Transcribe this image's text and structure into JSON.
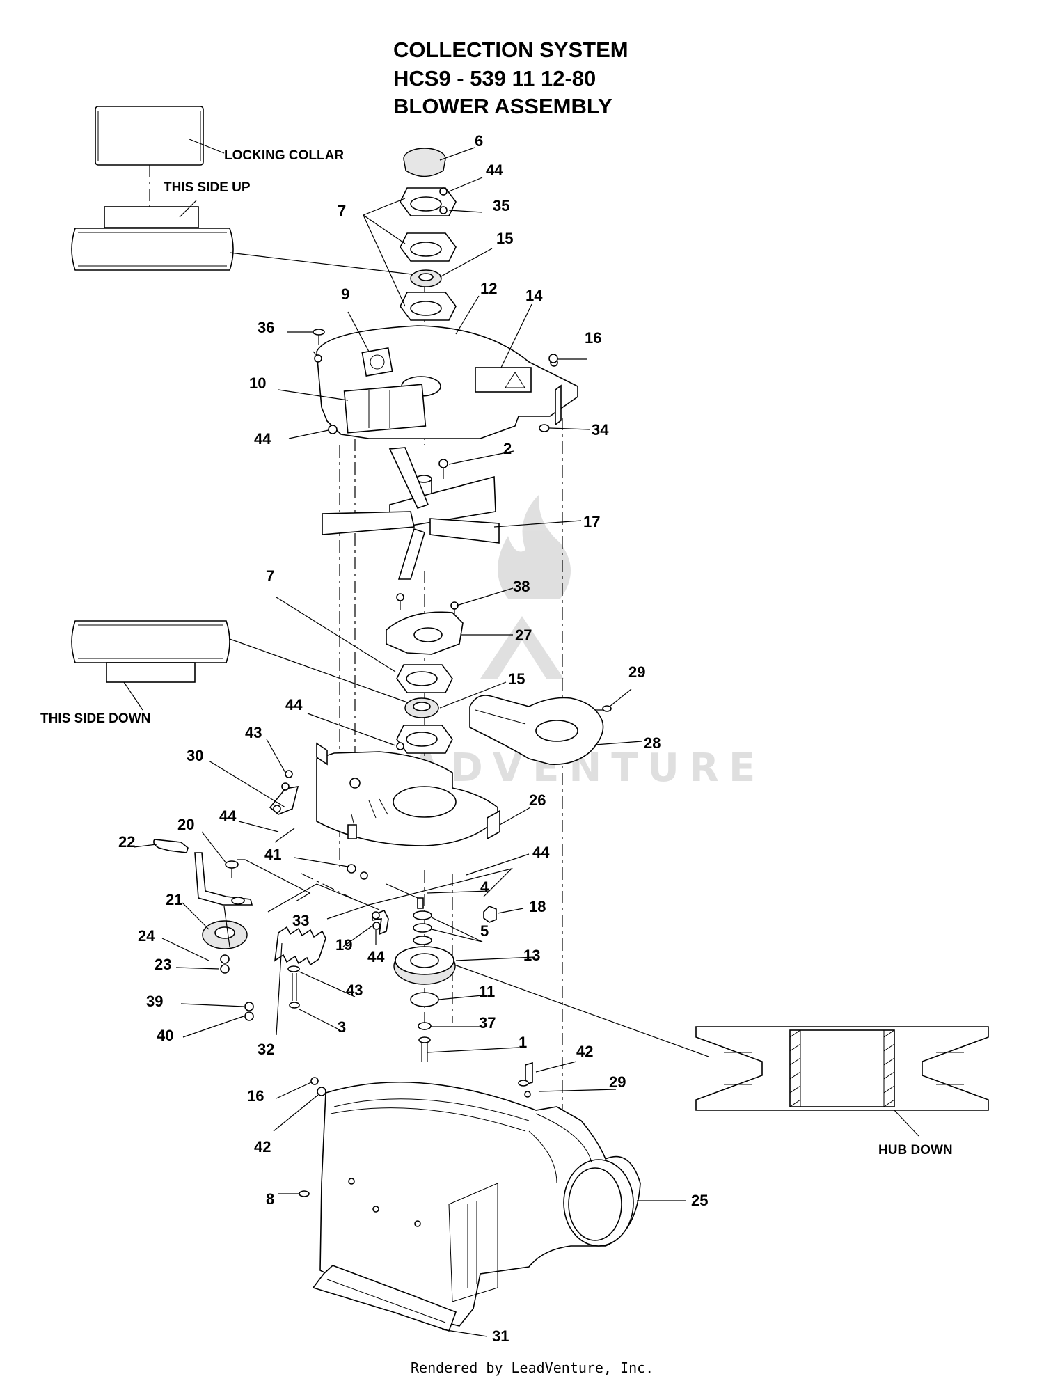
{
  "title": {
    "line1": "COLLECTION SYSTEM",
    "line2": "HCS9 - 539 11 12-80",
    "line3": "BLOWER ASSEMBLY"
  },
  "notes": {
    "locking_collar": "LOCKING COLLAR",
    "this_side_up": "THIS SIDE UP",
    "this_side_down": "THIS SIDE DOWN",
    "hub_down": "HUB DOWN"
  },
  "watermark": "LEADVENTURE",
  "footer": "Rendered by LeadVenture, Inc.",
  "callouts": {
    "c6": "6",
    "c44a": "44",
    "c7a": "7",
    "c35": "35",
    "c15a": "15",
    "c12": "12",
    "c14": "14",
    "c9": "9",
    "c36": "36",
    "c16a": "16",
    "c10": "10",
    "c44b": "44",
    "c34": "34",
    "c2": "2",
    "c17": "17",
    "c7b": "7",
    "c38": "38",
    "c27": "27",
    "c15b": "15",
    "c29a": "29",
    "c44c": "44",
    "c28": "28",
    "c43a": "43",
    "c30": "30",
    "c26": "26",
    "c44d": "44",
    "c20": "20",
    "c22": "22",
    "c41": "41",
    "c44e": "44",
    "c4": "4",
    "c18": "18",
    "c21": "21",
    "c33": "33",
    "c5": "5",
    "c19": "19",
    "c44f": "44",
    "c24": "24",
    "c13": "13",
    "c23": "23",
    "c43b": "43",
    "c11": "11",
    "c39": "39",
    "c40": "40",
    "c3": "3",
    "c37": "37",
    "c1": "1",
    "c32": "32",
    "c42a": "42",
    "c29b": "29",
    "c16b": "16",
    "c42b": "42",
    "c25": "25",
    "c8": "8",
    "c31": "31"
  }
}
